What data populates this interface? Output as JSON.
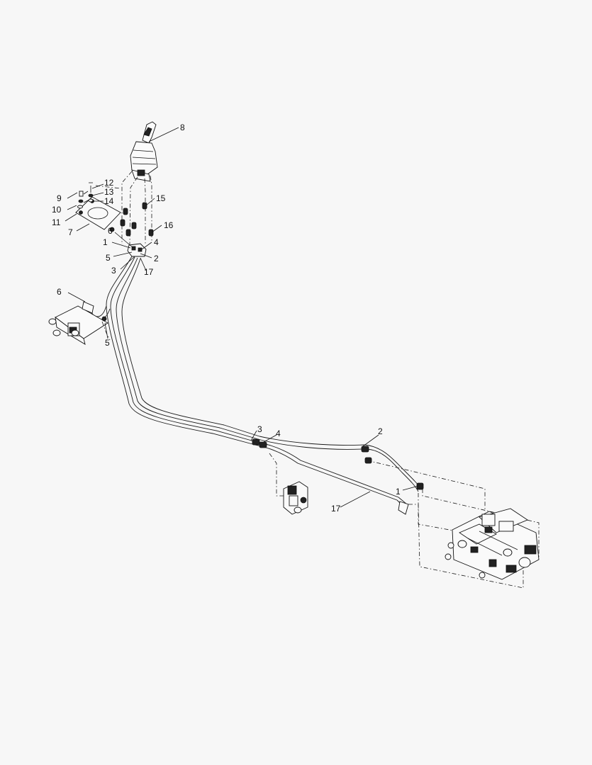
{
  "callouts": {
    "c1_top": "1",
    "c2_top": "2",
    "c3_top": "3",
    "c4_top": "4",
    "c5_top": "5",
    "c6_top": "6",
    "c7": "7",
    "c8": "8",
    "c9": "9",
    "c10": "10",
    "c11": "11",
    "c12": "12",
    "c13": "13",
    "c14": "14",
    "c15": "15",
    "c16": "16",
    "c17_top": "17",
    "c6_left": "6",
    "c5_left": "5",
    "c3_mid": "3",
    "c4_mid": "4",
    "c2_right": "2",
    "c1_right": "1",
    "c17_bottom": "17"
  }
}
